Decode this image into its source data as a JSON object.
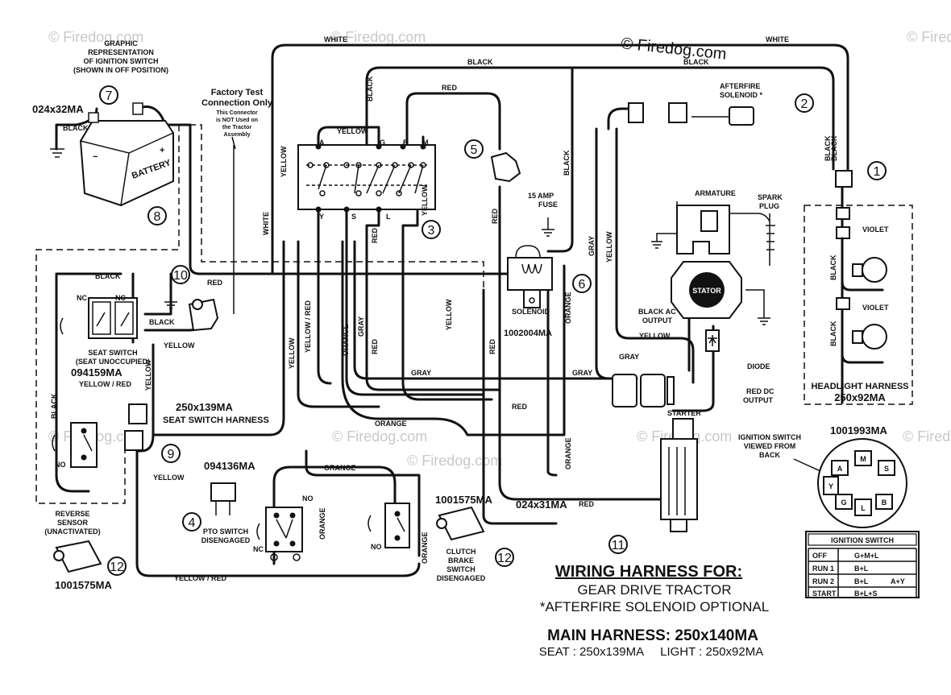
{
  "watermarks": [
    "© Firedog.com",
    "© Firedog.com",
    "© Firedog.com",
    "© Firedog.com",
    "© Firedog.com",
    "© Firedog.com",
    "© Firedog.com",
    "© Firedog.com"
  ],
  "copyright": "© Firedog.com",
  "wire_labels": {
    "white_top": "WHITE",
    "white_right": "WHITE",
    "black_top": "BLACK",
    "black_top2": "BLACK",
    "black_vert_left": "BLACK",
    "red_top": "RED",
    "yellow_switch": "YELLOW",
    "yellow_v1": "YELLOW",
    "white_v": "WHITE",
    "black_right_v": "BLACK",
    "black_solenoid_v": "BLACK",
    "red_v_fuse": "RED",
    "yellow_v2": "YELLOW",
    "red_v_l": "RED",
    "black_seat": "BLACK",
    "black_seat2": "BLACK",
    "red_test": "RED",
    "yellow_seat": "YELLOW",
    "yellow_red_v": "YELLOW / RED",
    "yellow_v3": "YELLOW",
    "orange_v1": "ORANGE",
    "gray_v1": "GRAY",
    "red_v2": "RED",
    "yellow_v4": "YELLOW",
    "red_v3": "RED",
    "orange_v_sol": "ORANGE",
    "gray_v_right": "GRAY",
    "yellow_v_right": "YELLOW",
    "gray_h1": "GRAY",
    "gray_h2": "GRAY",
    "gray_h3": "GRAY",
    "yellow_h_stator": "YELLOW",
    "red_h": "RED",
    "orange_h1": "ORANGE",
    "orange_h2": "ORANGE",
    "orange_v_bottom": "ORANGE",
    "orange_v_pto": "ORANGE",
    "orange_v_clutch": "ORANGE",
    "yellow_seat_v": "YELLOW",
    "yellow_red_seat": "YELLOW / RED",
    "black_seat_v": "BLACK",
    "yellow_bottom": "YELLOW",
    "yellow_red_bottom": "YELLOW / RED",
    "red_starter": "RED",
    "violet1": "VIOLET",
    "violet2": "VIOLET",
    "black_hl1": "BLACK",
    "black_hl2": "BLACK",
    "black_hl_top": "BLACK",
    "black_battery": "BLACK"
  },
  "labels": {
    "graphic_rep": [
      "GRAPHIC",
      "REPRESENTATION",
      "OF IGNITION SWITCH",
      "(SHOWN IN OFF POSITION)"
    ],
    "factory_test": [
      "Factory Test",
      "Connection Only"
    ],
    "factory_note": [
      "This Connector",
      "is NOT Used on",
      "the Tractor",
      "Assembly"
    ],
    "battery_part": "024x32MA",
    "battery": "BATTERY",
    "terminal_A": "A",
    "terminal_G": "G",
    "terminal_B": "B",
    "terminal_M": "M",
    "terminal_Y": "Y",
    "terminal_S": "S",
    "terminal_L": "L",
    "fuse": [
      "15 AMP",
      "FUSE"
    ],
    "afterfire": [
      "AFTERFIRE",
      "SOLENOID  *"
    ],
    "armature": "ARMATURE",
    "spark_plug": [
      "SPARK",
      "PLUG"
    ],
    "stator": "STATOR",
    "solenoid": "SOLENOID",
    "solenoid_part": "1002004MA",
    "black_ac": [
      "BLACK AC",
      "OUTPUT"
    ],
    "diode": "DIODE",
    "red_dc": [
      "RED DC",
      "OUTPUT"
    ],
    "headlight_harness": "HEADLIGHT HARNESS",
    "headlight_part": "250x92MA",
    "nc1": "NC",
    "nc2": "NC",
    "seat_switch": [
      "SEAT SWITCH",
      "(SEAT UNOCCUPIED)"
    ],
    "seat_switch_part": "094159MA",
    "seat_harness_part": "250x139MA",
    "seat_harness": "SEAT SWITCH HARNESS",
    "no_seat": "NO",
    "part_094136": "094136MA",
    "pto_switch": [
      "PTO SWITCH",
      "DISENGAGED"
    ],
    "nc_pto": "NC",
    "no_pto": "NO",
    "no_clutch": "NO",
    "part_1001575_right": "1001575MA",
    "clutch": [
      "CLUTCH",
      "BRAKE",
      "SWITCH",
      "DISENGAGED"
    ],
    "reverse_sensor": [
      "REVERSE",
      "SENSOR",
      "(UNACTIVATED)"
    ],
    "part_1001575_left": "1001575MA",
    "starter": "STARTER",
    "cable_part": "024x31MA",
    "ign_viewed": [
      "IGNITION SWITCH",
      "VIEWED FROM",
      "BACK"
    ],
    "ign_part": "1001993MA",
    "ign_A": "A",
    "ign_M": "M",
    "ign_S": "S",
    "ign_Y": "Y",
    "ign_G": "G",
    "ign_L": "L",
    "ign_B": "B"
  },
  "callouts": [
    "1",
    "2",
    "3",
    "4",
    "5",
    "6",
    "7",
    "8",
    "9",
    "10",
    "11",
    "12",
    "12"
  ],
  "ignition_table": {
    "title": "IGNITION SWITCH",
    "rows": [
      [
        "OFF",
        "G+M+L",
        ""
      ],
      [
        "RUN 1",
        "B+L",
        ""
      ],
      [
        "RUN 2",
        "B+L",
        "A+Y"
      ],
      [
        "START",
        "B+L+S",
        ""
      ]
    ]
  },
  "titles": {
    "wiring_for": "WIRING HARNESS FOR:",
    "gear_drive": "GEAR DRIVE TRACTOR",
    "afterfire_opt": "*AFTERFIRE SOLENOID OPTIONAL",
    "main_harness": "MAIN HARNESS: 250x140MA",
    "sub_harness": "SEAT : 250x139MA     LIGHT : 250x92MA"
  }
}
